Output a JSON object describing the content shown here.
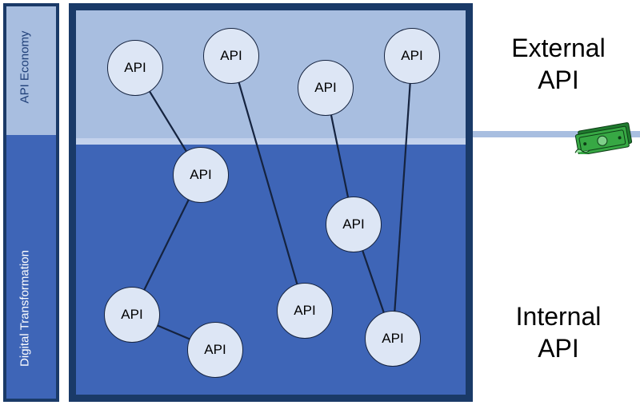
{
  "sidebar": {
    "top_label": "API Economy",
    "bottom_label": "Digital Transformation"
  },
  "labels": {
    "external_line1": "External",
    "external_line2": "API",
    "internal_line1": "Internal",
    "internal_line2": "API"
  },
  "nodes": [
    {
      "id": "n1",
      "label": "API"
    },
    {
      "id": "n2",
      "label": "API"
    },
    {
      "id": "n3",
      "label": "API"
    },
    {
      "id": "n4",
      "label": "API"
    },
    {
      "id": "n5",
      "label": "API"
    },
    {
      "id": "n6",
      "label": "API"
    },
    {
      "id": "n7",
      "label": "API"
    },
    {
      "id": "n8",
      "label": "API"
    },
    {
      "id": "n9",
      "label": "API"
    },
    {
      "id": "n10",
      "label": "API"
    }
  ],
  "edges": [
    [
      "n1",
      "n5"
    ],
    [
      "n5",
      "n7"
    ],
    [
      "n7",
      "n8"
    ],
    [
      "n2",
      "n9"
    ],
    [
      "n3",
      "n6"
    ],
    [
      "n6",
      "n10"
    ],
    [
      "n4",
      "n10"
    ]
  ],
  "icons": {
    "money": "money-icon"
  },
  "colors": {
    "external_zone": "#a8bee0",
    "internal_zone": "#3e65b7",
    "border": "#1a3a68",
    "node_fill": "#dde6f5",
    "money_green": "#2f9a3c"
  }
}
